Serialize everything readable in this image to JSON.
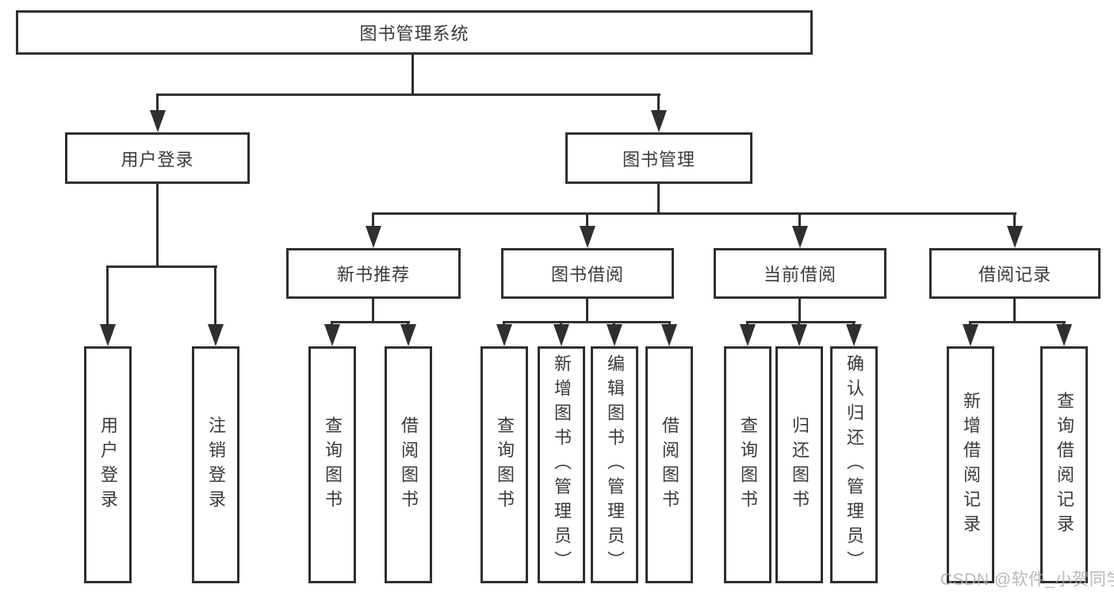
{
  "diagram": {
    "colors": {
      "line": "#2f2f2f",
      "text": "#3a3a3a",
      "box_background": "#ffffff",
      "page_background": "#ffffff",
      "watermark": "#a8adb3"
    },
    "root": {
      "label": "图书管理系统"
    },
    "level2": [
      {
        "label": "用户登录"
      },
      {
        "label": "图书管理"
      }
    ],
    "level3": [
      {
        "label": "新书推荐",
        "parent": "图书管理"
      },
      {
        "label": "图书借阅",
        "parent": "图书管理"
      },
      {
        "label": "当前借阅",
        "parent": "图书管理"
      },
      {
        "label": "借阅记录",
        "parent": "图书管理"
      }
    ],
    "leaves": [
      {
        "label": "用户登录",
        "parent": "用户登录"
      },
      {
        "label": "注销登录",
        "parent": "用户登录"
      },
      {
        "label": "查询图书",
        "parent": "新书推荐"
      },
      {
        "label": "借阅图书",
        "parent": "新书推荐"
      },
      {
        "label": "查询图书",
        "parent": "图书借阅"
      },
      {
        "label": "新增图书（管理员）",
        "parent": "图书借阅"
      },
      {
        "label": "编辑图书（管理员）",
        "parent": "图书借阅"
      },
      {
        "label": "借阅图书",
        "parent": "图书借阅"
      },
      {
        "label": "查询图书",
        "parent": "当前借阅"
      },
      {
        "label": "归还图书",
        "parent": "当前借阅"
      },
      {
        "label": "确认归还（管理员）",
        "parent": "当前借阅"
      },
      {
        "label": "新增借阅记录",
        "parent": "借阅记录"
      },
      {
        "label": "查询借阅记录",
        "parent": "借阅记录"
      }
    ],
    "watermark": {
      "text": "CSDN @软件_小贺同学"
    }
  }
}
